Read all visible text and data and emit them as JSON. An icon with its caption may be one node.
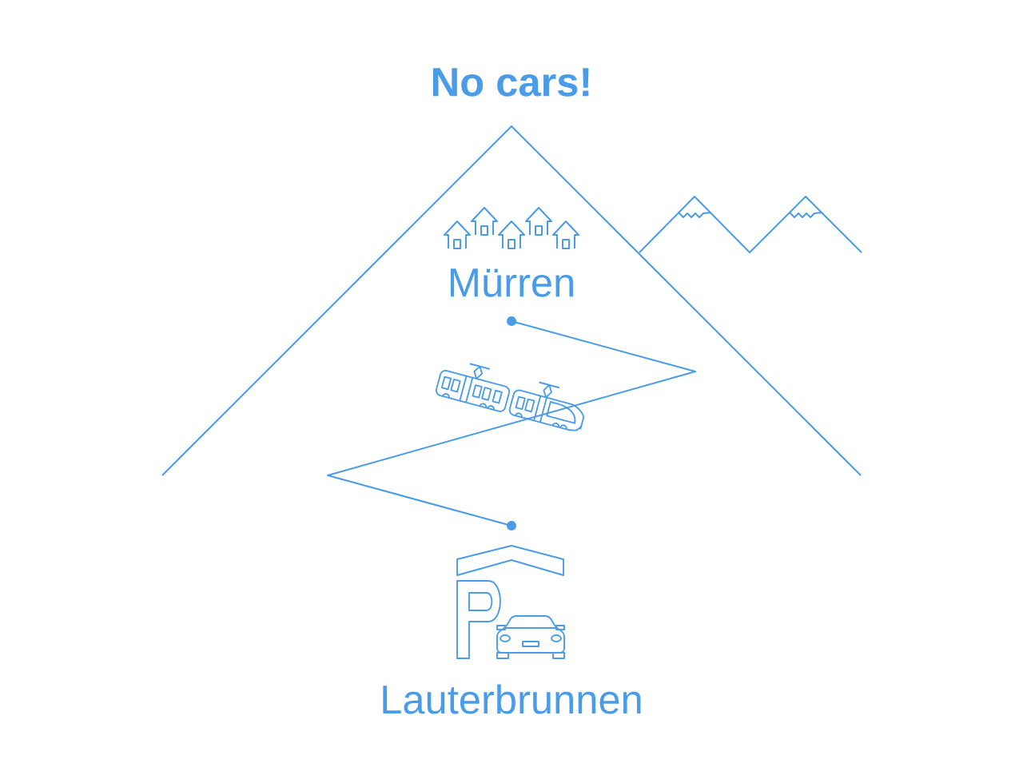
{
  "diagram": {
    "title": "No cars!",
    "nodes": [
      {
        "text": [
          "Mürren"
        ]
      },
      {
        "text": [],
        "shape": "circle"
      },
      {
        "text": [],
        "shape": "circle"
      },
      {
        "text": [
          "Lauterbrunnen"
        ]
      }
    ],
    "edges": [
      {
        "from": 1,
        "to": 2,
        "arrow": "none"
      }
    ]
  }
}
